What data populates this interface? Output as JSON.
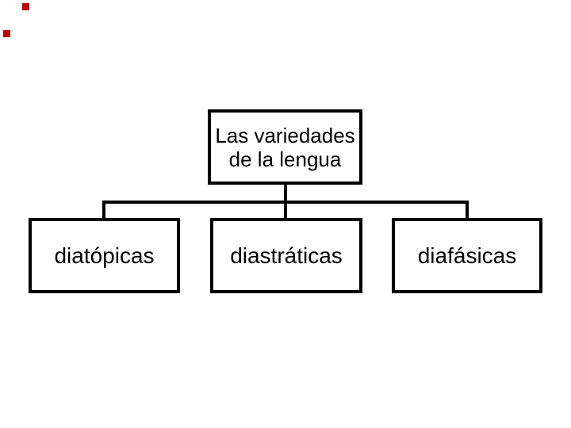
{
  "diagram": {
    "type": "hierarchy",
    "root": {
      "label": "Las variedades de la lengua"
    },
    "children": [
      {
        "label": "diatópicas"
      },
      {
        "label": "diastráticas"
      },
      {
        "label": "diafásicas"
      }
    ]
  },
  "colors": {
    "line": "#000000",
    "box_border": "#000000",
    "background": "#ffffff",
    "marker_red": "#c00000"
  }
}
